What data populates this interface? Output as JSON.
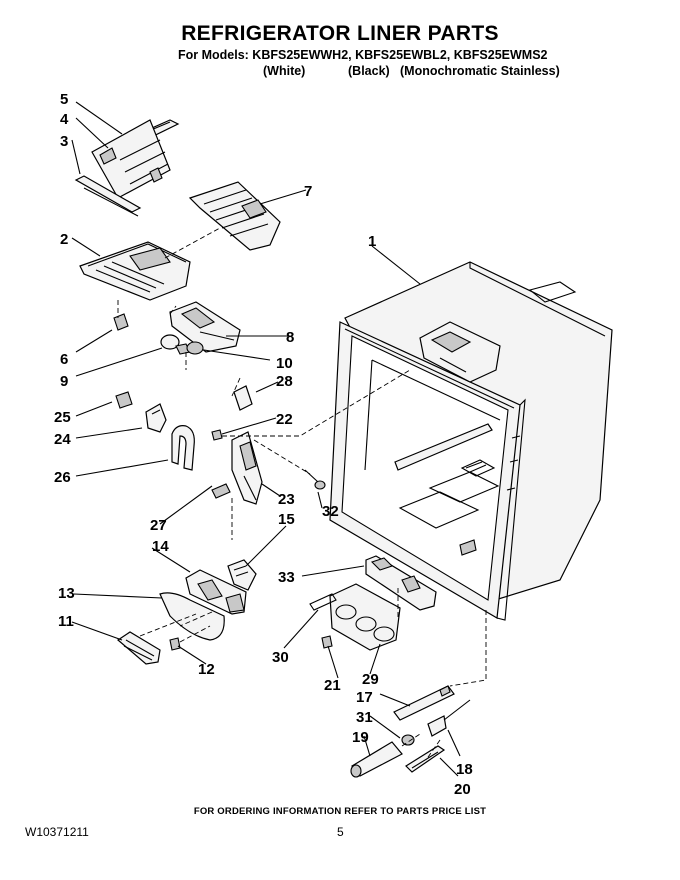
{
  "header": {
    "title": "REFRIGERATOR LINER PARTS",
    "models_line": "For Models: KBFS25EWWH2, KBFS25EWBL2, KBFS25EWMS2",
    "color_white": "(White)",
    "color_black": "(Black)",
    "color_stainless": "(Monochromatic Stainless)"
  },
  "callouts": [
    "1",
    "2",
    "3",
    "4",
    "5",
    "6",
    "7",
    "8",
    "9",
    "10",
    "11",
    "12",
    "13",
    "14",
    "15",
    "17",
    "18",
    "19",
    "20",
    "21",
    "22",
    "23",
    "24",
    "25",
    "26",
    "27",
    "28",
    "29",
    "30",
    "31",
    "32",
    "33"
  ],
  "footer": {
    "ordering_note": "FOR ORDERING INFORMATION REFER TO PARTS PRICE LIST",
    "document_number": "W10371211",
    "page_number": "5"
  }
}
